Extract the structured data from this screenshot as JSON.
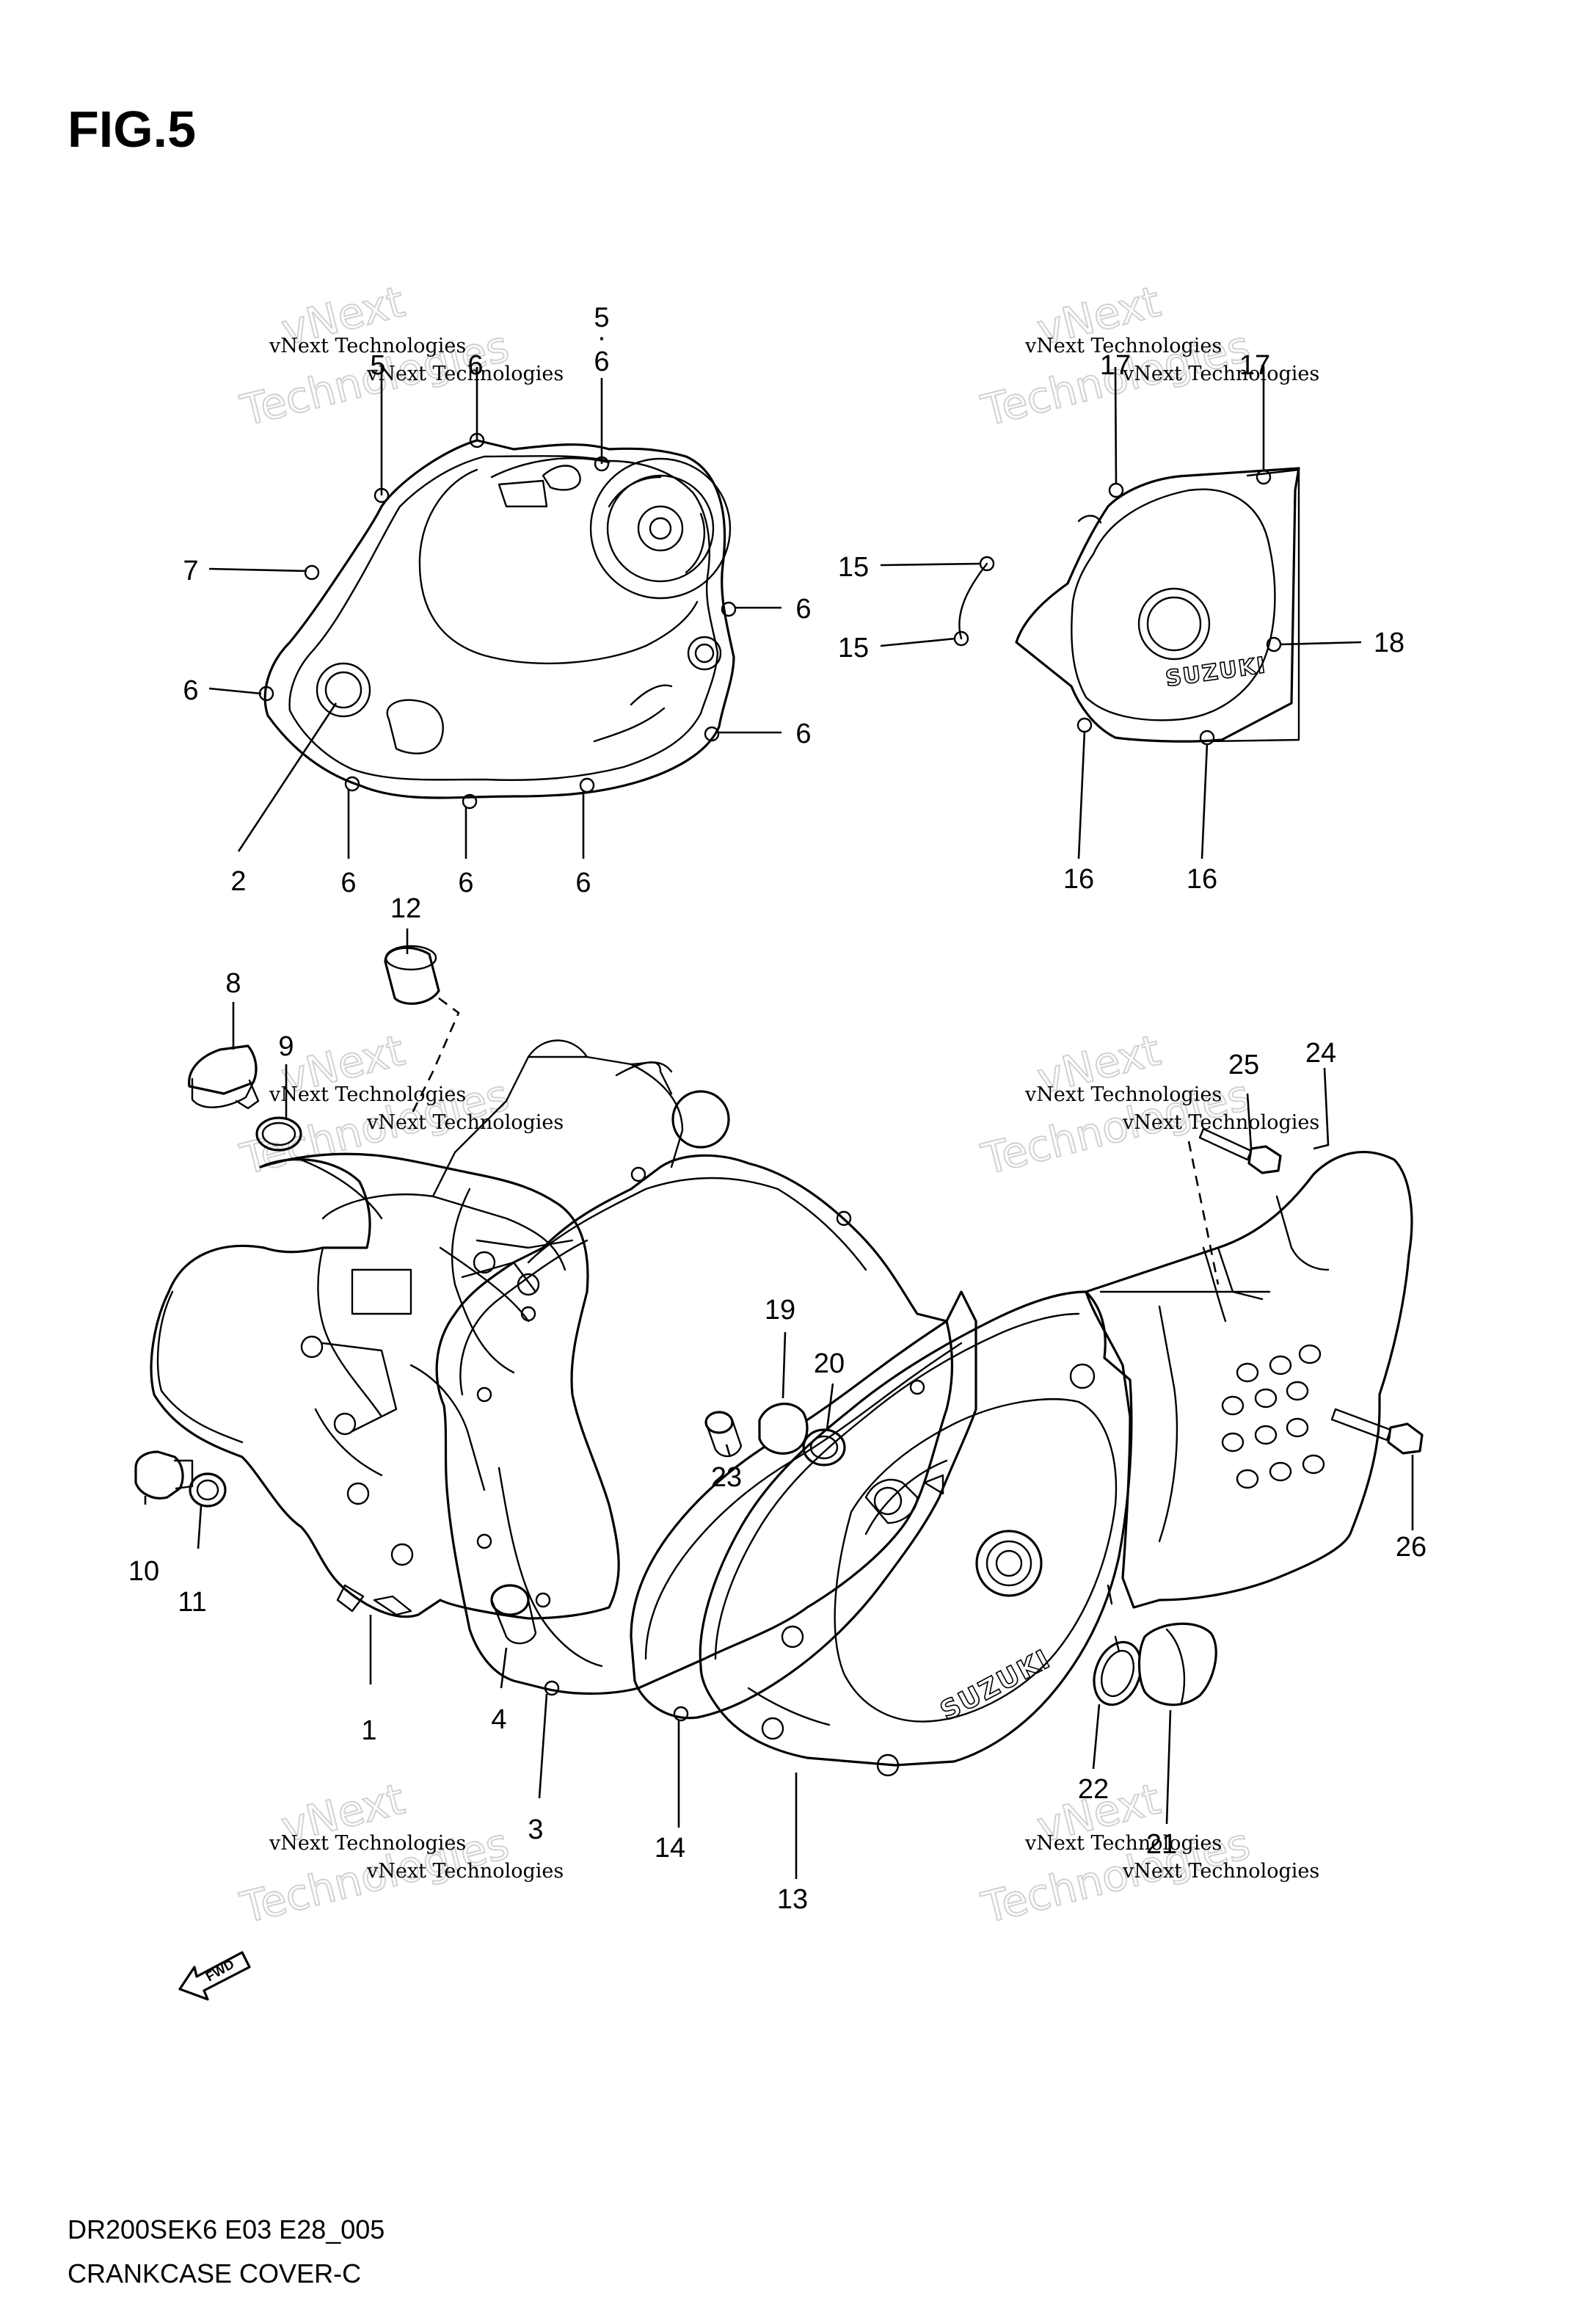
{
  "figure": {
    "title": "FIG.5",
    "code": "DR200SEK6 E03 E28_005",
    "name": "CRANKCASE COVER-C"
  },
  "watermark": {
    "line_small": "vNext Technologies",
    "big_top": "vNext",
    "big_bottom": "Technologies"
  },
  "fwd_label": "FWD",
  "brand_text": "SUZUKI",
  "callouts": {
    "c1": "1",
    "c2": "2",
    "c3": "3",
    "c4": "4",
    "c5": "5",
    "c6a": "6",
    "c6b": "6",
    "c6c": "6",
    "c6d": "6",
    "c6e": "6",
    "c6f": "6",
    "c6g": "6",
    "c6h": "6",
    "c7": "7",
    "c8": "8",
    "c9": "9",
    "c10": "10",
    "c11": "11",
    "c12": "12",
    "c13": "13",
    "c14": "14",
    "c15a": "15",
    "c15b": "15",
    "c16a": "16",
    "c16b": "16",
    "c17a": "17",
    "c17b": "17",
    "c18": "18",
    "c19": "19",
    "c20": "20",
    "c21": "21",
    "c22": "22",
    "c23": "23",
    "c24": "24",
    "c25": "25",
    "c26": "26"
  }
}
